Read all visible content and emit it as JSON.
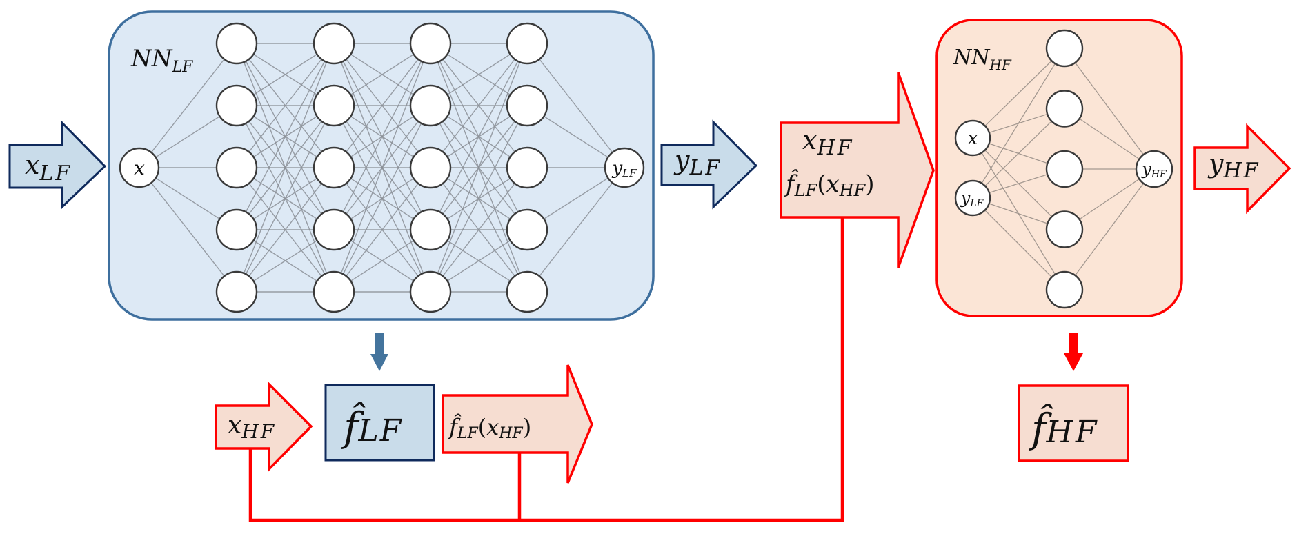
{
  "colors": {
    "lf_panel_fill": "#dde9f5",
    "lf_panel_stroke": "#3e6f9e",
    "hf_panel_fill": "#fbe5d6",
    "hf_panel_stroke": "#ff0000",
    "blue_arrow_fill": "#c9dcea",
    "blue_arrow_stroke": "#0f2a5c",
    "red_arrow_fill": "#f6ddd1",
    "red_arrow_stroke": "#ff0000",
    "lf_output_arrow": "#44749d",
    "hf_output_arrow": "#ff0000"
  },
  "nn_lf": {
    "label_main": "NN",
    "label_sub": "LF",
    "input_node": "x",
    "output_node_main": "y",
    "output_node_sub": "LF",
    "hidden_layers": 4,
    "neurons_per_layer": 5
  },
  "nn_hf": {
    "label_main": "NN",
    "label_sub": "HF",
    "input_nodes": [
      {
        "main": "x",
        "sub": ""
      },
      {
        "main": "y",
        "sub": "LF"
      }
    ],
    "output_node_main": "y",
    "output_node_sub": "HF",
    "hidden_layers": 1,
    "neurons_per_layer": 5
  },
  "arrows": {
    "x_lf": {
      "main": "x",
      "sub": "LF"
    },
    "y_lf": {
      "main": "y",
      "sub": "LF"
    },
    "hf_inputs": {
      "line1_main": "x",
      "line1_sub": "HF",
      "line2_hat": "f̂",
      "line2_sub": "LF",
      "line2_arg_open": "(",
      "line2_arg_main": "x",
      "line2_arg_sub": "HF",
      "line2_arg_close": ")"
    },
    "y_hf": {
      "main": "y",
      "sub": "HF"
    },
    "x_hf_small": {
      "main": "x",
      "sub": "HF"
    },
    "f_lf_of_x_hf": {
      "hat": "f̂",
      "sub": "LF",
      "open": "(",
      "arg_main": "x",
      "arg_sub": "HF",
      "close": ")"
    }
  },
  "surrogates": {
    "f_lf": {
      "hat": "f̂",
      "sub": "LF"
    },
    "f_hf": {
      "hat": "f̂",
      "sub": "HF"
    }
  }
}
